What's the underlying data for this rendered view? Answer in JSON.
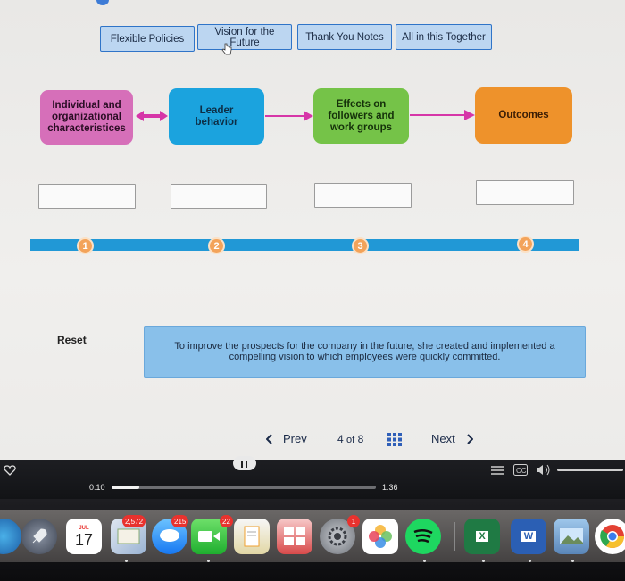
{
  "tabs": [
    {
      "label": "Flexible Policies"
    },
    {
      "label": "Vision for the Future"
    },
    {
      "label": "Thank You Notes"
    },
    {
      "label": "All in this Together"
    }
  ],
  "diagram": {
    "boxes": [
      {
        "label": "Individual and organizational characteristices",
        "color": "#d66fb9"
      },
      {
        "label": "Leader behavior",
        "color": "#1ba3de"
      },
      {
        "label": "Effects on followers and work groups",
        "color": "#75c348"
      },
      {
        "label": "Outcomes",
        "color": "#ee922b"
      }
    ],
    "arrow_color": "#d636a8"
  },
  "timeline": {
    "markers": [
      "1",
      "2",
      "3",
      "4"
    ],
    "color": "#2198d6"
  },
  "reset_label": "Reset",
  "scenario_card": {
    "text": "To improve the prospects for the company in the future, she created and implemented a compelling vision to which employees were quickly committed."
  },
  "pager": {
    "prev": "Prev",
    "current": "4",
    "of": "of",
    "total": "8",
    "next": "Next"
  },
  "video": {
    "elapsed": "0:10",
    "duration": "1:36",
    "progress": 0.104
  },
  "dock": {
    "calendar_month": "JUL",
    "calendar_day": "17",
    "badges": {
      "mail": "2,572",
      "messages": "215",
      "facetime": "22",
      "app_store": "1"
    }
  }
}
